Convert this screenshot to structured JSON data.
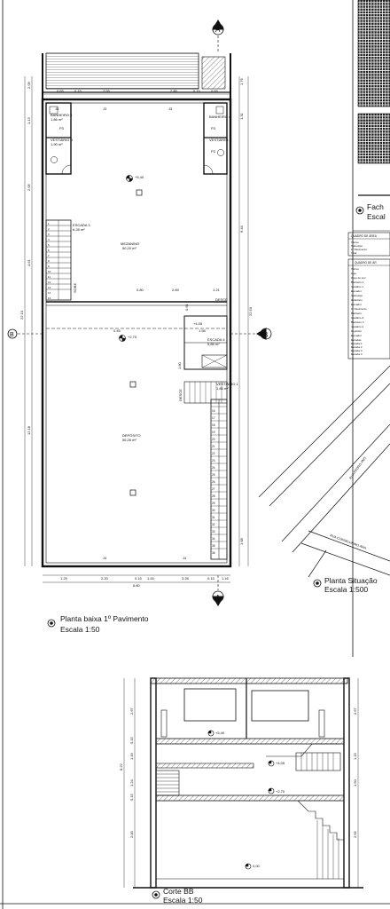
{
  "plan": {
    "title": "Planta baixa 1º Pavimento",
    "scale": "Escala 1:50",
    "section_a": "A",
    "section_b": "B",
    "level_upper": "+5,40",
    "level_lower": "+2,70",
    "level_stair": "+4,05",
    "desce_1": "DESCE",
    "desce_2": "DESCE",
    "rooms": {
      "banheiro3": "BANHEIRO 3",
      "banheiro3_area": "1,86 m²",
      "vestiario3": "VESTIÁRIO 3",
      "vestiario3_area": "1,90 m²",
      "banheiro4": "BANHEIRO 4",
      "vestiario4": "VESTIÁRIO 4",
      "escada3": "ESCADA 3",
      "escada3_area": "6,28 m²",
      "mezanino": "MEZANINO",
      "mezanino_area": "50,20 m²",
      "escada4": "ESCADA 4",
      "escada4_area": "5,85 m²",
      "vestiario1": "VESTIÁRIO 1",
      "vestiario1_area": "1,86 m²",
      "deposito": "DEPÓSITO",
      "deposito_area": "55,26 m²",
      "sobe": "SOBE"
    },
    "doors": [
      "J3",
      "J3",
      "P3",
      "J5",
      "P3",
      "P3",
      "J4",
      "J4"
    ],
    "dims_top": [
      "0.65",
      "0.15",
      "2.55",
      "2.80",
      "0.15",
      "0.65"
    ],
    "dims_bottom": [
      "1.29",
      "2.20",
      "0.15",
      "1.00",
      "3.28",
      "0.15",
      "1.16"
    ],
    "dim_total": "6.80",
    "dims_left": [
      "2.09",
      "1.13",
      "2.05",
      "4.61",
      "22.10",
      "12.18"
    ],
    "dims_right": [
      "1.76",
      "1.31",
      "6.44",
      "22.50",
      "1.68"
    ],
    "dims_mid": [
      "0.80",
      "2.89",
      "1.21",
      "0.45",
      "0.61",
      "1.58",
      "1.80"
    ],
    "stair_steps": [
      "16",
      "17",
      "18",
      "19",
      "20",
      "21",
      "22",
      "23",
      "24",
      "25",
      "26",
      "27",
      "28",
      "29",
      "30",
      "31",
      "32",
      "33",
      "34",
      "35",
      "36"
    ],
    "stair3_steps": [
      "1",
      "2",
      "3",
      "4",
      "5",
      "6",
      "7",
      "8",
      "9",
      "10",
      "11",
      "12",
      "13",
      "14",
      "15"
    ]
  },
  "situacao": {
    "title": "Planta Situação",
    "scale": "Escala 1:500",
    "street1": "RUA PEDRO ANO",
    "street2": "RUA CONSELHEIRO AMA"
  },
  "fachada": {
    "title": "Fach",
    "scale": "Escal"
  },
  "quadro": {
    "title1": "QUADRO DE ÁREA",
    "rows1": [
      "Térreo",
      "Sobreloja",
      "1º Pavimento",
      "Total"
    ],
    "title2": "QUADRO DE ÁR",
    "rows2": [
      "Térreo",
      "Loja",
      "Poço de Luz",
      "Banheiro 1",
      "Vestiário 1",
      "Elevador",
      "Sobreloja",
      "Refeitório",
      "Elevador",
      "1º Pavimento",
      "Banheiro",
      "Vestiário 3",
      "Banheiro 4",
      "Vestiário 4",
      "Depósito",
      "Elevador",
      "Escadas",
      "Escada 1",
      "Escada 2",
      "Escada 3",
      "Escada 4"
    ]
  },
  "corte": {
    "title": "Corte BB",
    "scale": "Escala 1:50",
    "level_top": "+5,40",
    "level_mid": "+2,70",
    "level_stair": "+4,05",
    "level_ground": "0,00",
    "dims_left": [
      "2.67",
      "0.15",
      "1.16",
      "1.24",
      "0.15",
      "8.22",
      "2.00"
    ],
    "dims_right": [
      "2.67",
      "1.16",
      "1.50",
      "2.65"
    ]
  }
}
